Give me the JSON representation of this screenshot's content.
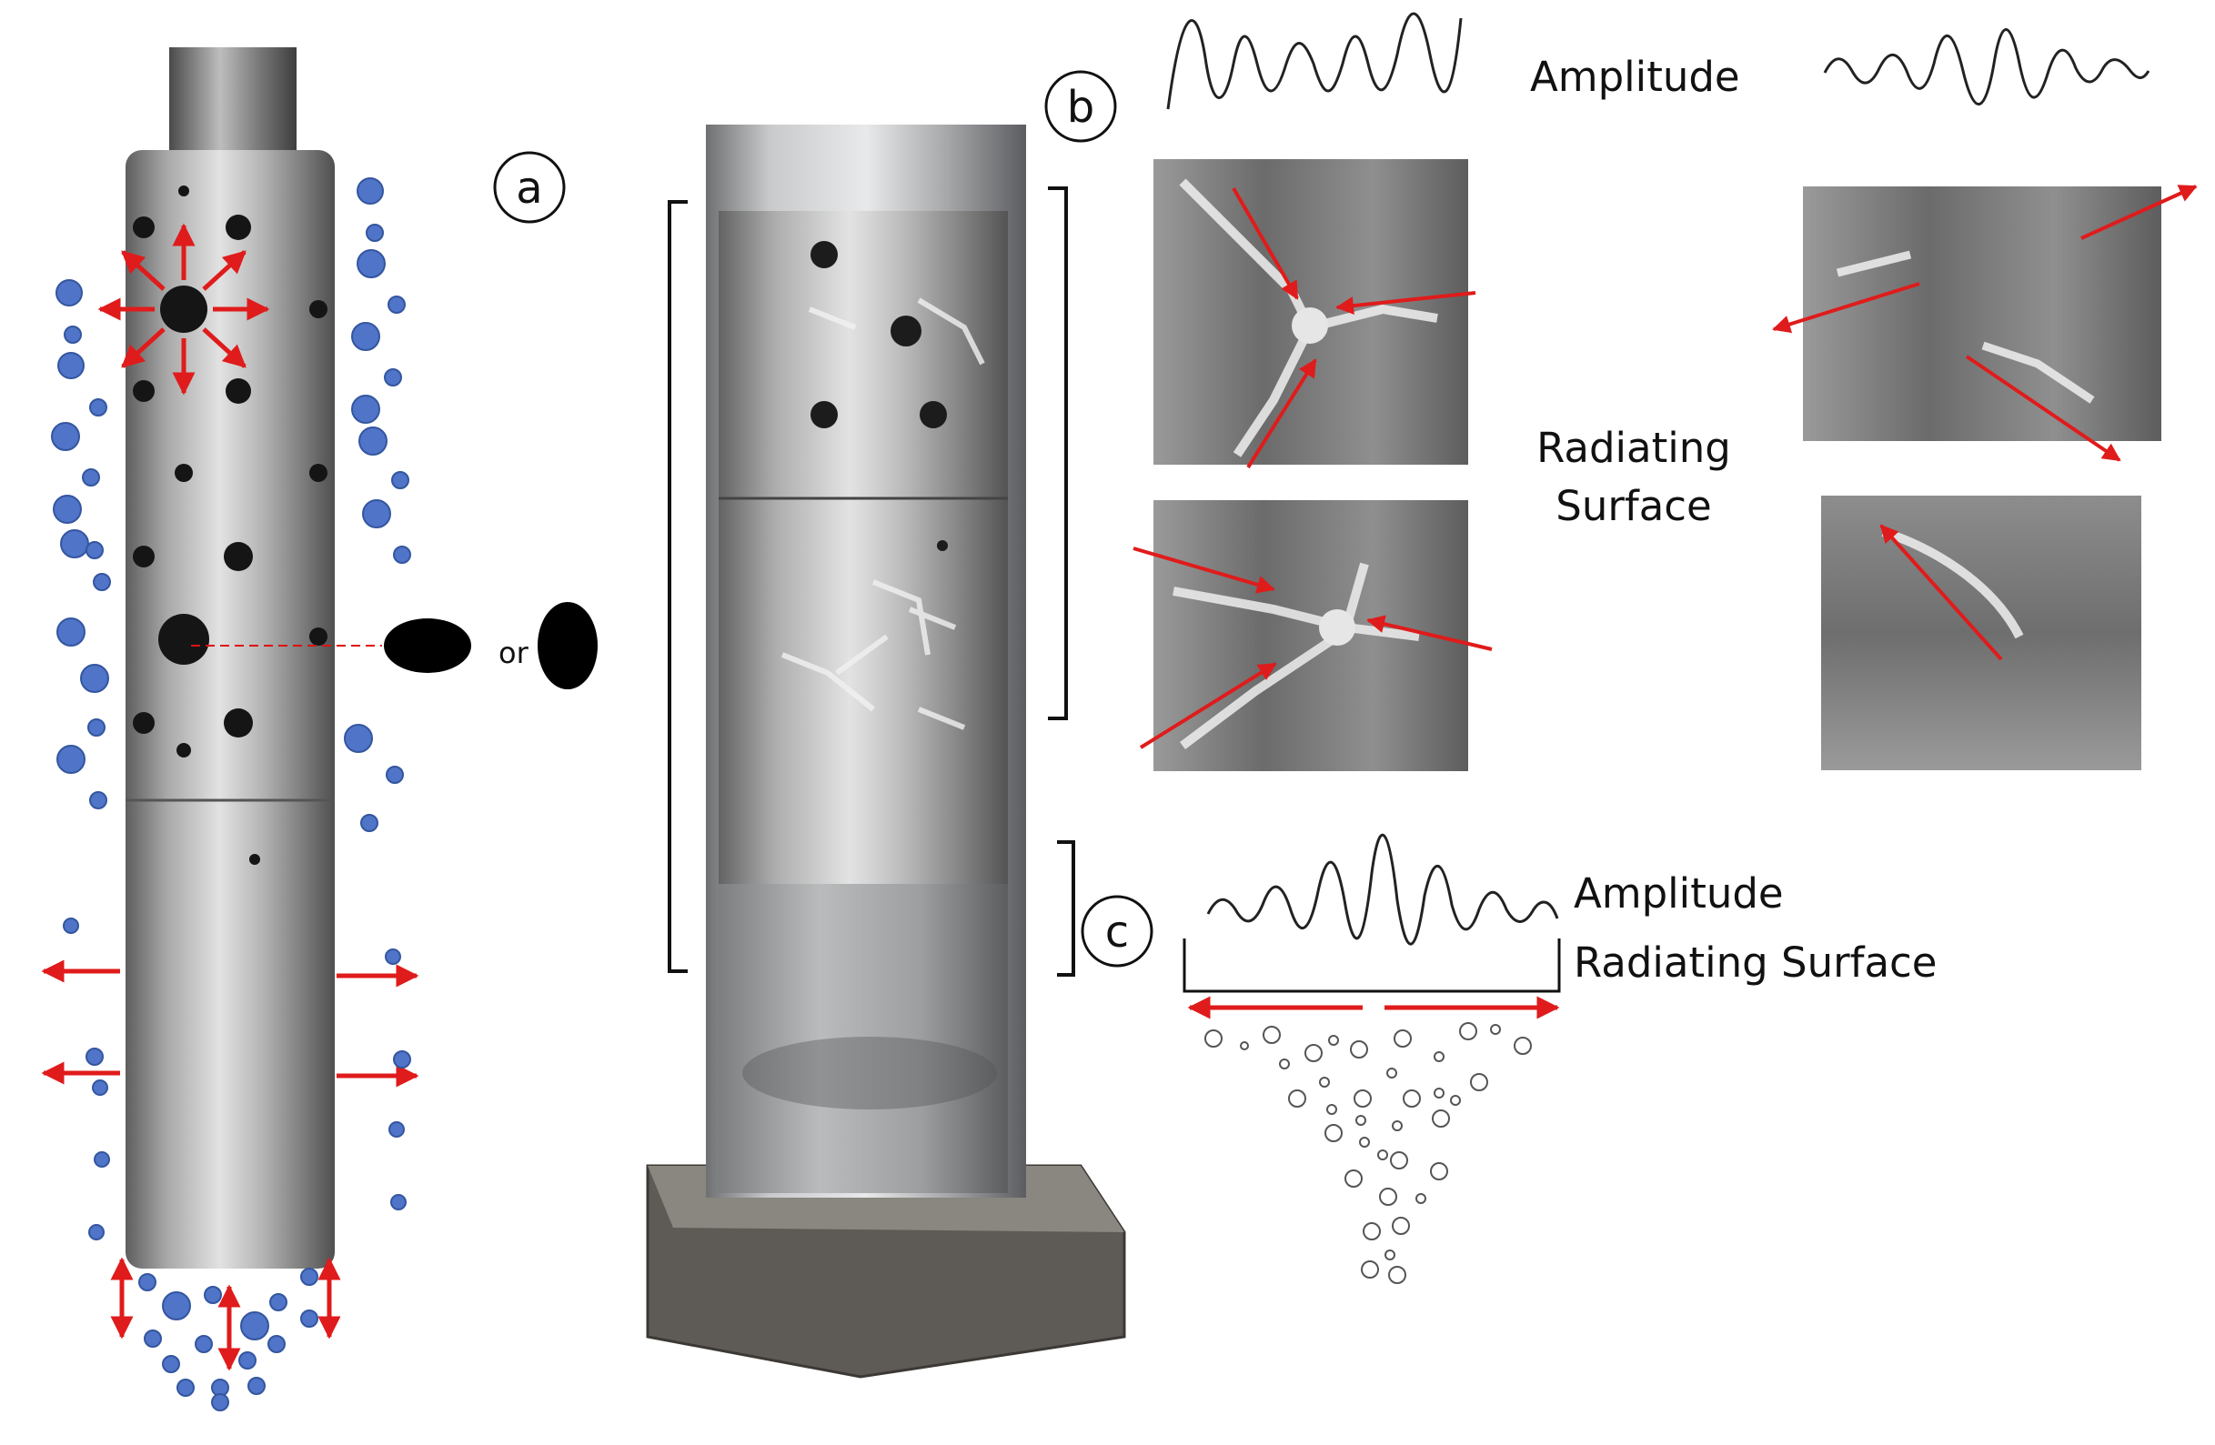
{
  "labels": {
    "panel_a": "a",
    "panel_b": "b",
    "panel_c": "c",
    "or": "or",
    "amplitude_b": "Amplitude",
    "radiating_surface_b_line1": "Radiating",
    "radiating_surface_b_line2": "Surface",
    "amplitude_c": "Amplitude",
    "radiating_surface_c": "Radiating Surface"
  },
  "colors": {
    "arrow": "#e01b1b",
    "bubble_fill": "#4f74c8",
    "bubble_stroke": "#34569f",
    "metal_light": "#c9c9c9",
    "metal_dark": "#6a6a6a",
    "photo_bg": "#8a8a8a",
    "wave_stroke": "#222222",
    "text": "#111111"
  },
  "icons": {
    "panel_markers": "circled-letter",
    "hole_shapes": "ellipse-horizontal-and-vertical",
    "arrows": "red-arrow"
  }
}
